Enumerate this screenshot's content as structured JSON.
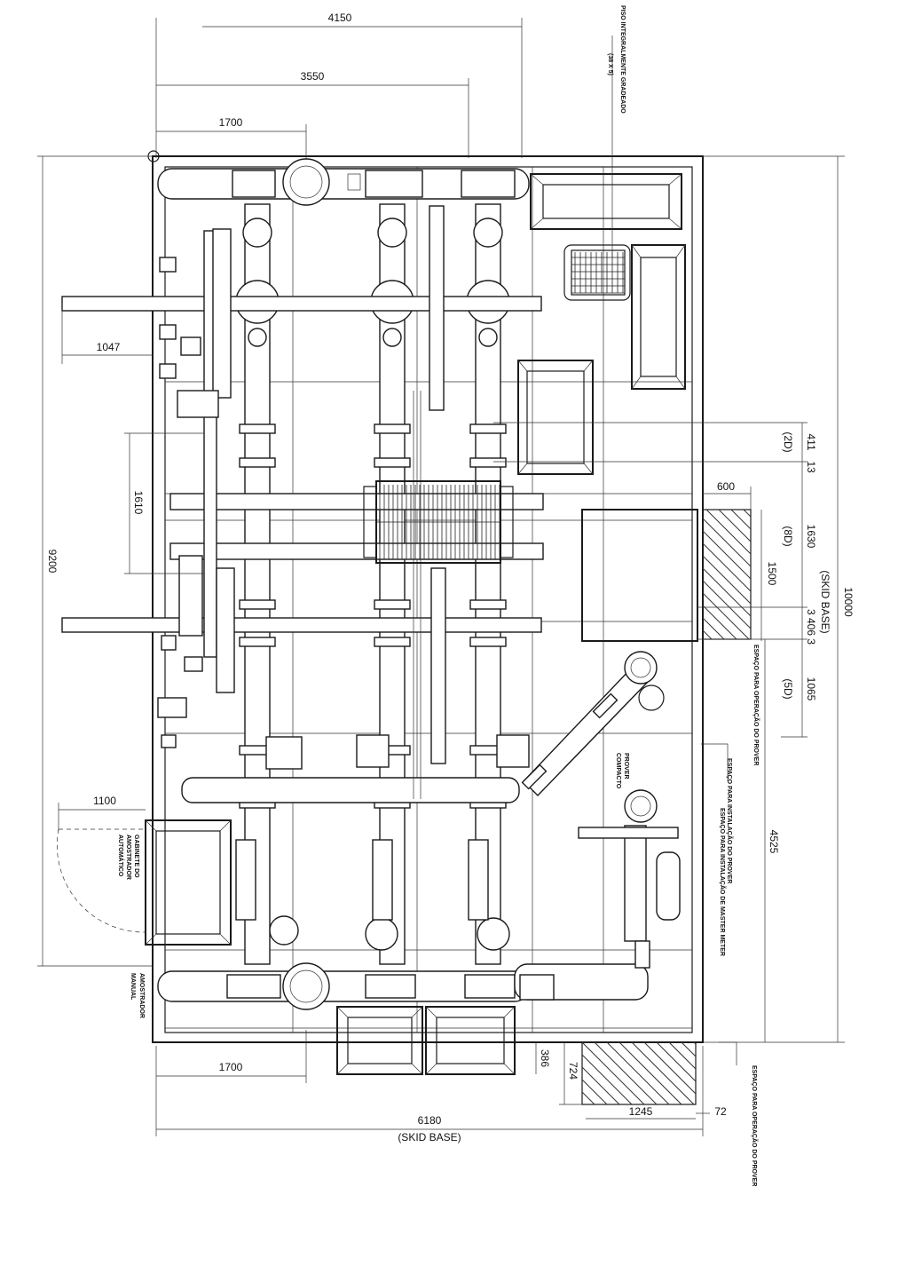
{
  "dimensions": {
    "top_4150": "4150",
    "top_3550": "3550",
    "top_1700": "1700",
    "left_1047": "1047",
    "left_1610": "1610",
    "left_9200": "9200",
    "left_1100": "1100",
    "right_411": "411",
    "right_13": "13",
    "right_2d": "(2D)",
    "right_600": "600",
    "right_1630": "1630",
    "right_8d": "(8D)",
    "right_1500": "1500",
    "right_10000": "10000",
    "right_skid_base": "(SKID BASE)",
    "right_3406_3": "3 406 3",
    "right_1065": "1065",
    "right_5d": "(5D)",
    "right_4525": "4525",
    "bottom_1700": "1700",
    "bottom_386": "386",
    "bottom_724": "724",
    "bottom_1245": "1245",
    "bottom_72": "72",
    "bottom_6180": "6180",
    "bottom_skid_base": "(SKID BASE)"
  },
  "notes": {
    "piso_line1": "PISO INTEGRALMENTE GRADEADO",
    "piso_line2": "(38 X 5)",
    "espaco_prover_1": "ESPAÇO PARA OPERAÇÃO DO PROVER",
    "espaco_prover_2": "ESPAÇO PARA INSTALAÇÃO DO PROVER",
    "espaco_master": "ESPAÇO PARA INSTALAÇÃO DE MASTER METER",
    "espaco_prover_bottom": "ESPAÇO PARA OPERAÇÃO DO PROVER",
    "gabinete_1": "GABINETE DO",
    "gabinete_2": "AMOSTRADOR",
    "gabinete_3": "AUTOMÁTICO",
    "amostrador_1": "AMOSTRADOR",
    "amostrador_2": "MANUAL",
    "prover_1": "PROVER",
    "prover_2": "COMPACTO"
  },
  "colors": {
    "line": "#1a1a1a",
    "background": "#ffffff"
  }
}
